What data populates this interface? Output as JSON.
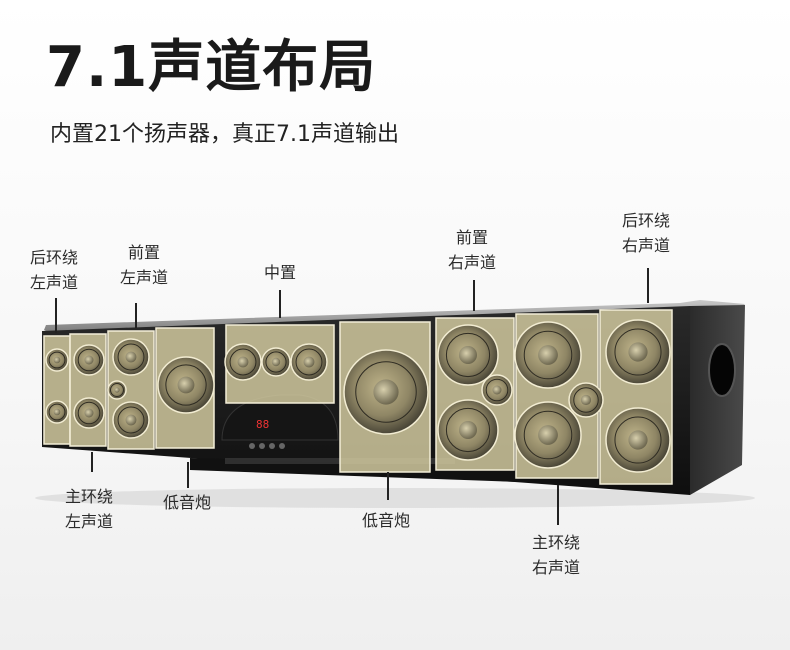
{
  "heading": {
    "title": "7.1声道布局",
    "subtitle": "内置21个扬声器，真正7.1声道输出"
  },
  "callouts": {
    "rear_surround_left": [
      "后环绕",
      "左声道"
    ],
    "front_left": [
      "前置",
      "左声道"
    ],
    "center": [
      "中置"
    ],
    "front_right": [
      "前置",
      "右声道"
    ],
    "rear_surround_right": [
      "后环绕",
      "右声道"
    ],
    "main_surround_left": [
      "主环绕",
      "左声道"
    ],
    "subwoofer_left": [
      "低音炮"
    ],
    "subwoofer_center": [
      "低音炮"
    ],
    "main_surround_right": [
      "主环绕",
      "右声道"
    ]
  },
  "panel": {
    "display_text": "88"
  },
  "colors": {
    "panel_fill": "#d8cfa4",
    "cabinet": "#1b1b1b",
    "cabinet_top": "#9a9a9a"
  }
}
